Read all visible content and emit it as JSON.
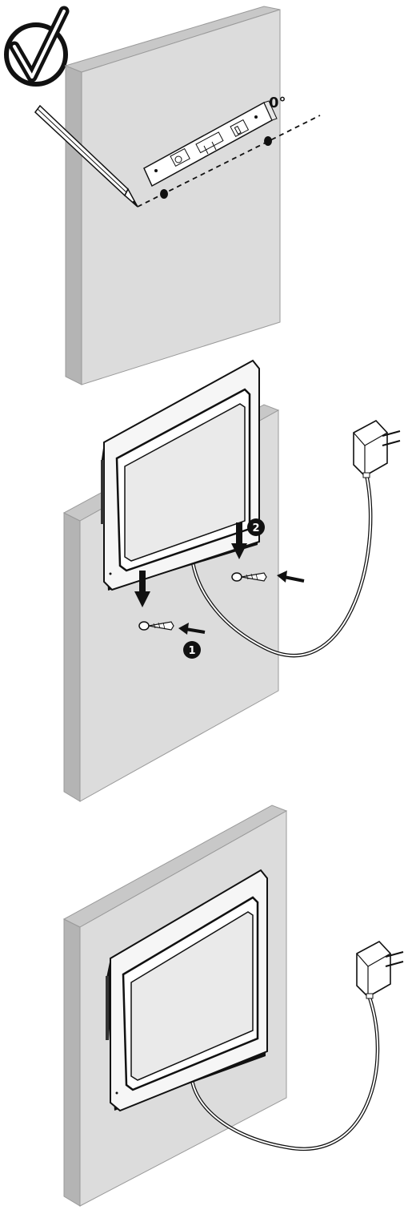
{
  "diagram": {
    "panels": [
      {
        "id": "mark-holes",
        "angle_label": "0°"
      },
      {
        "id": "hang-monitor",
        "steps": [
          "1",
          "2"
        ]
      },
      {
        "id": "installed"
      }
    ],
    "icons": [
      "checkmark-icon",
      "pencil-icon",
      "spirit-level-icon",
      "power-adapter-icon",
      "screw-icon",
      "arrow-icon"
    ],
    "colors": {
      "wall_face": "#dcdcdc",
      "wall_side": "#b4b4b4",
      "line": "#1a1a1a",
      "monitor_frame": "#f6f6f6",
      "screen": "#eaeaea"
    }
  }
}
